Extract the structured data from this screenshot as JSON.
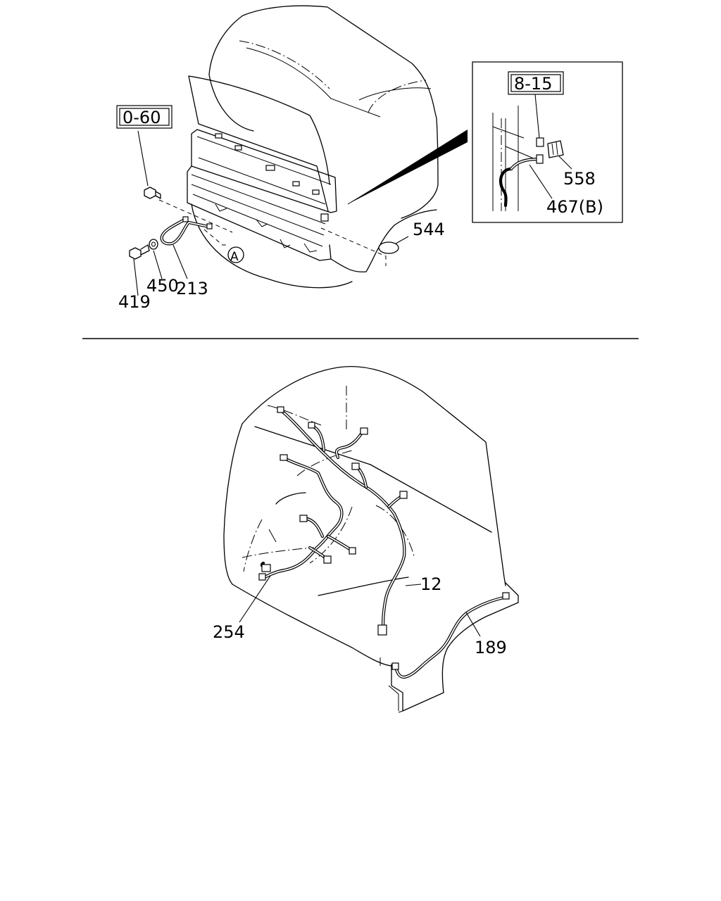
{
  "top_view": {
    "ref_boxes": [
      {
        "id": "ref-0-60",
        "text": "0-60"
      },
      {
        "id": "ref-8-15",
        "text": "8-15"
      }
    ],
    "circle_marker": "A",
    "part_labels": [
      "544",
      "213",
      "450",
      "419",
      "558",
      "467(B)"
    ]
  },
  "bottom_view": {
    "part_labels": [
      "12",
      "254",
      "189"
    ]
  },
  "icons": [
    "cab-outline",
    "grille-panel",
    "bolt",
    "washer",
    "harness-wire",
    "connector",
    "grommet",
    "inset-detail"
  ]
}
